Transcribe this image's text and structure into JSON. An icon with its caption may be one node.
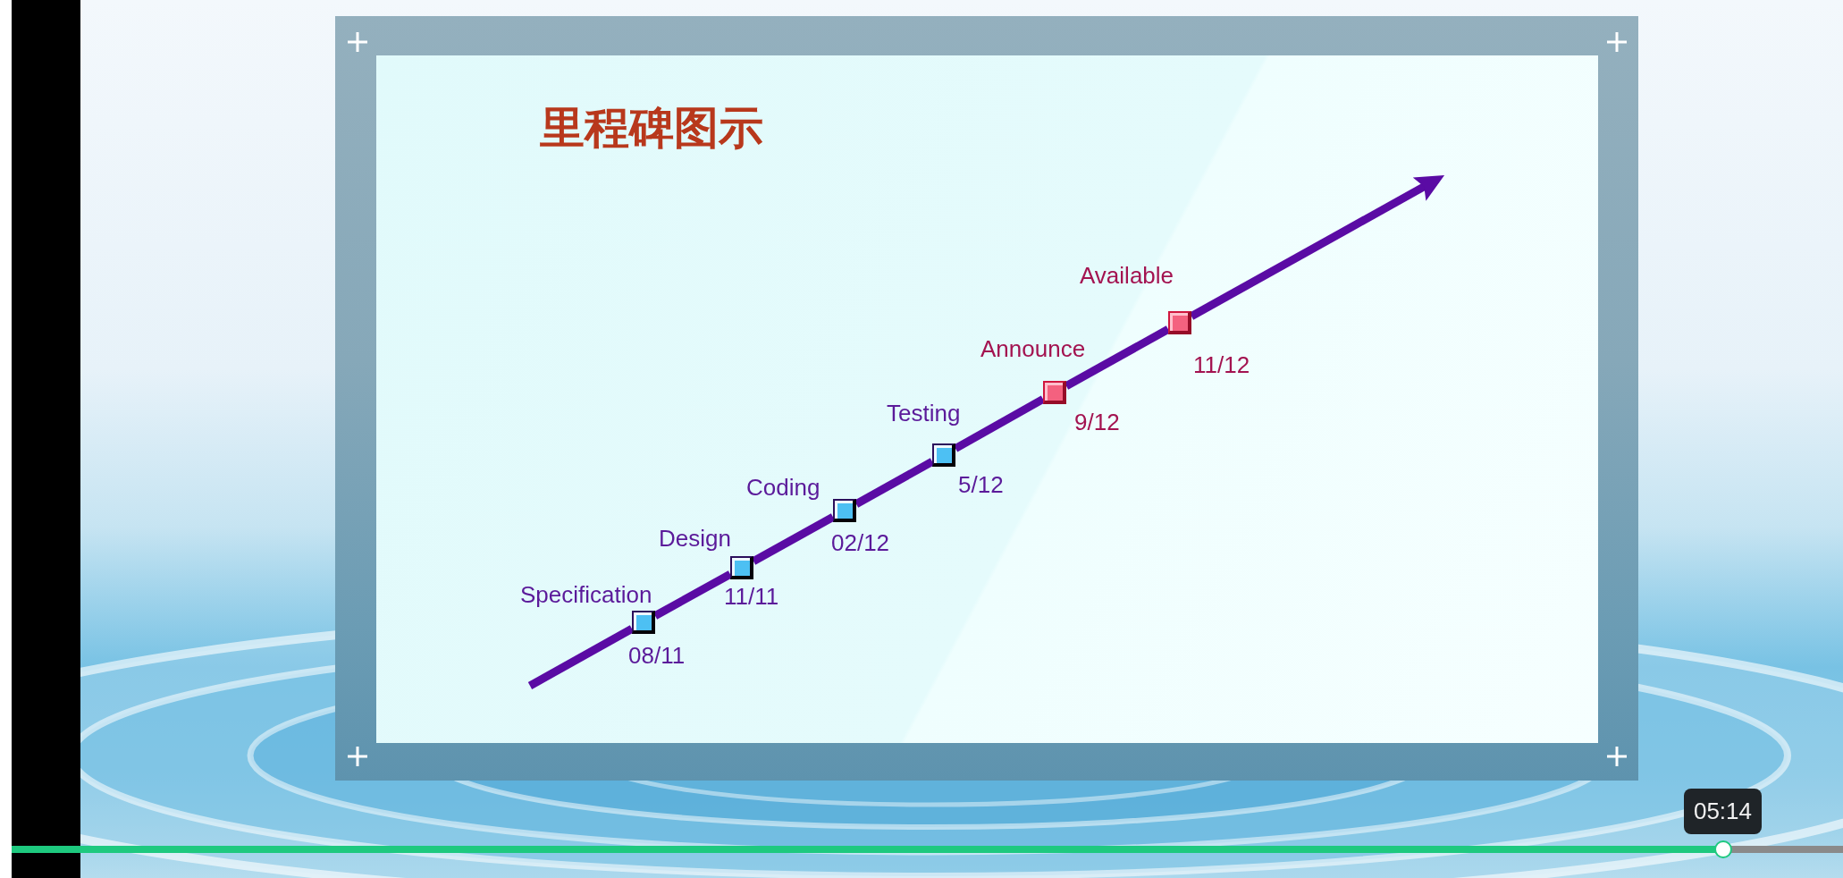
{
  "diagram": {
    "title": "里程碑图示",
    "nodes": [
      {
        "text": [],
        "shape": "box",
        "beside": [
          "Specification",
          "08/11"
        ]
      },
      {
        "text": [],
        "shape": "box",
        "beside": [
          "Design",
          "11/11"
        ]
      },
      {
        "text": [],
        "shape": "box",
        "beside": [
          "Coding",
          "02/12"
        ]
      },
      {
        "text": [],
        "shape": "box",
        "beside": [
          "Testing",
          "5/12"
        ]
      },
      {
        "text": [],
        "shape": "box",
        "beside": [
          "Announce",
          "9/12"
        ]
      },
      {
        "text": [],
        "shape": "box",
        "beside": [
          "Available",
          "11/12"
        ]
      }
    ],
    "edges": [
      {
        "from": null,
        "to": 0,
        "arrow": "none"
      },
      {
        "from": 0,
        "to": 1,
        "arrow": "none"
      },
      {
        "from": 1,
        "to": 2,
        "arrow": "none"
      },
      {
        "from": 2,
        "to": 3,
        "arrow": "none"
      },
      {
        "from": 3,
        "to": 4,
        "arrow": "none"
      },
      {
        "from": 4,
        "to": 5,
        "arrow": "none"
      },
      {
        "from": 5,
        "to": null,
        "arrow": "to"
      }
    ],
    "labels": [
      "05:14"
    ]
  }
}
